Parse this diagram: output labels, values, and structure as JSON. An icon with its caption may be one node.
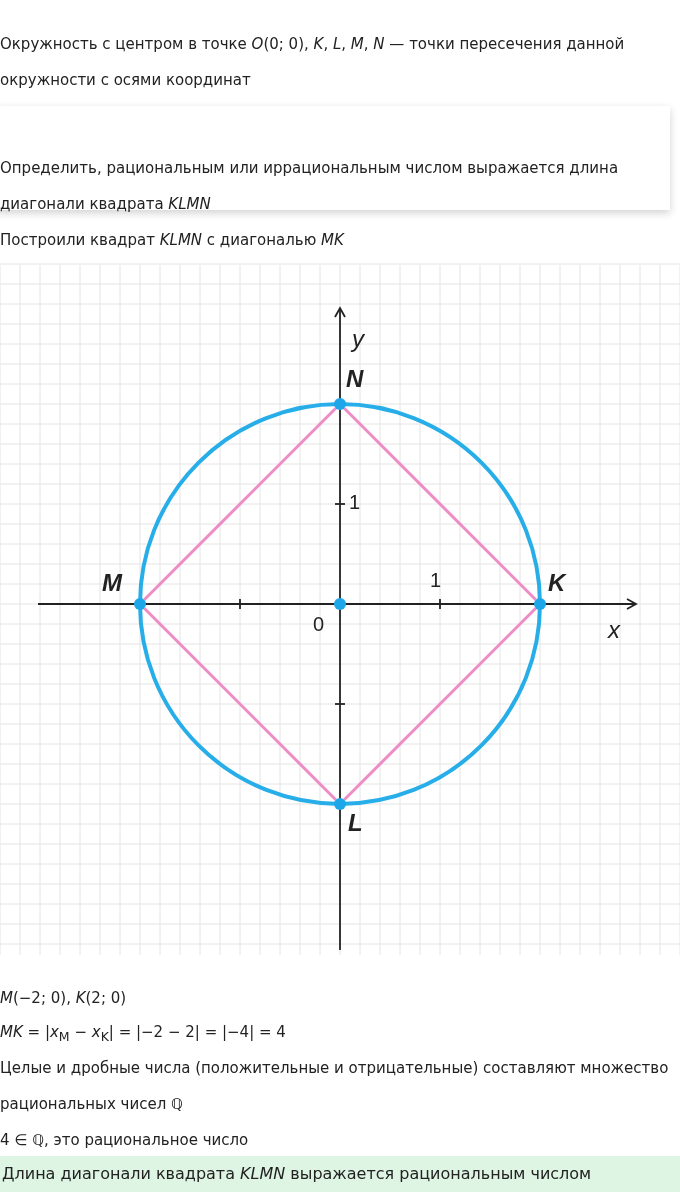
{
  "diagram": {
    "nodes": [
      {
        "text": [
          "N"
        ]
      },
      {
        "text": [
          "M"
        ]
      },
      {
        "text": [
          "K"
        ]
      },
      {
        "text": [
          "0"
        ]
      },
      {
        "text": [
          "L"
        ]
      }
    ],
    "edges": [
      {
        "from": 1,
        "to": 0,
        "arrow": "none"
      },
      {
        "from": 0,
        "to": 2,
        "arrow": "none"
      },
      {
        "from": 2,
        "to": 4,
        "arrow": "none"
      },
      {
        "from": 4,
        "to": 1,
        "arrow": "none"
      }
    ],
    "labels": [
      "Окружность с центром в точке *O*(0; 0), *K*, *L*, *M*, *N* — точки пересечения данной окружности с осями координат",
      "Определить, рациональным или иррациональным числом выражается длина диагонали квадрата *KLMN*",
      "Построили квадрат *KLMN* с диагональю *MK*",
      "y",
      "1",
      "1",
      "x",
      "*M*(−2; 0), *K*(2; 0)",
      "*MK* = |*x*$_{M}$ − *x*$_{K}$| = |−2 − 2| = |−4| = 4",
      "Целые и дробные числа (положительные и отрицательные) составляют множество рациональных чисел ℚ",
      "4 ∈ ℚ, это рациональное число",
      "Длина диагонали квадрата *KLMN* выражается рациональным числом"
    ]
  }
}
